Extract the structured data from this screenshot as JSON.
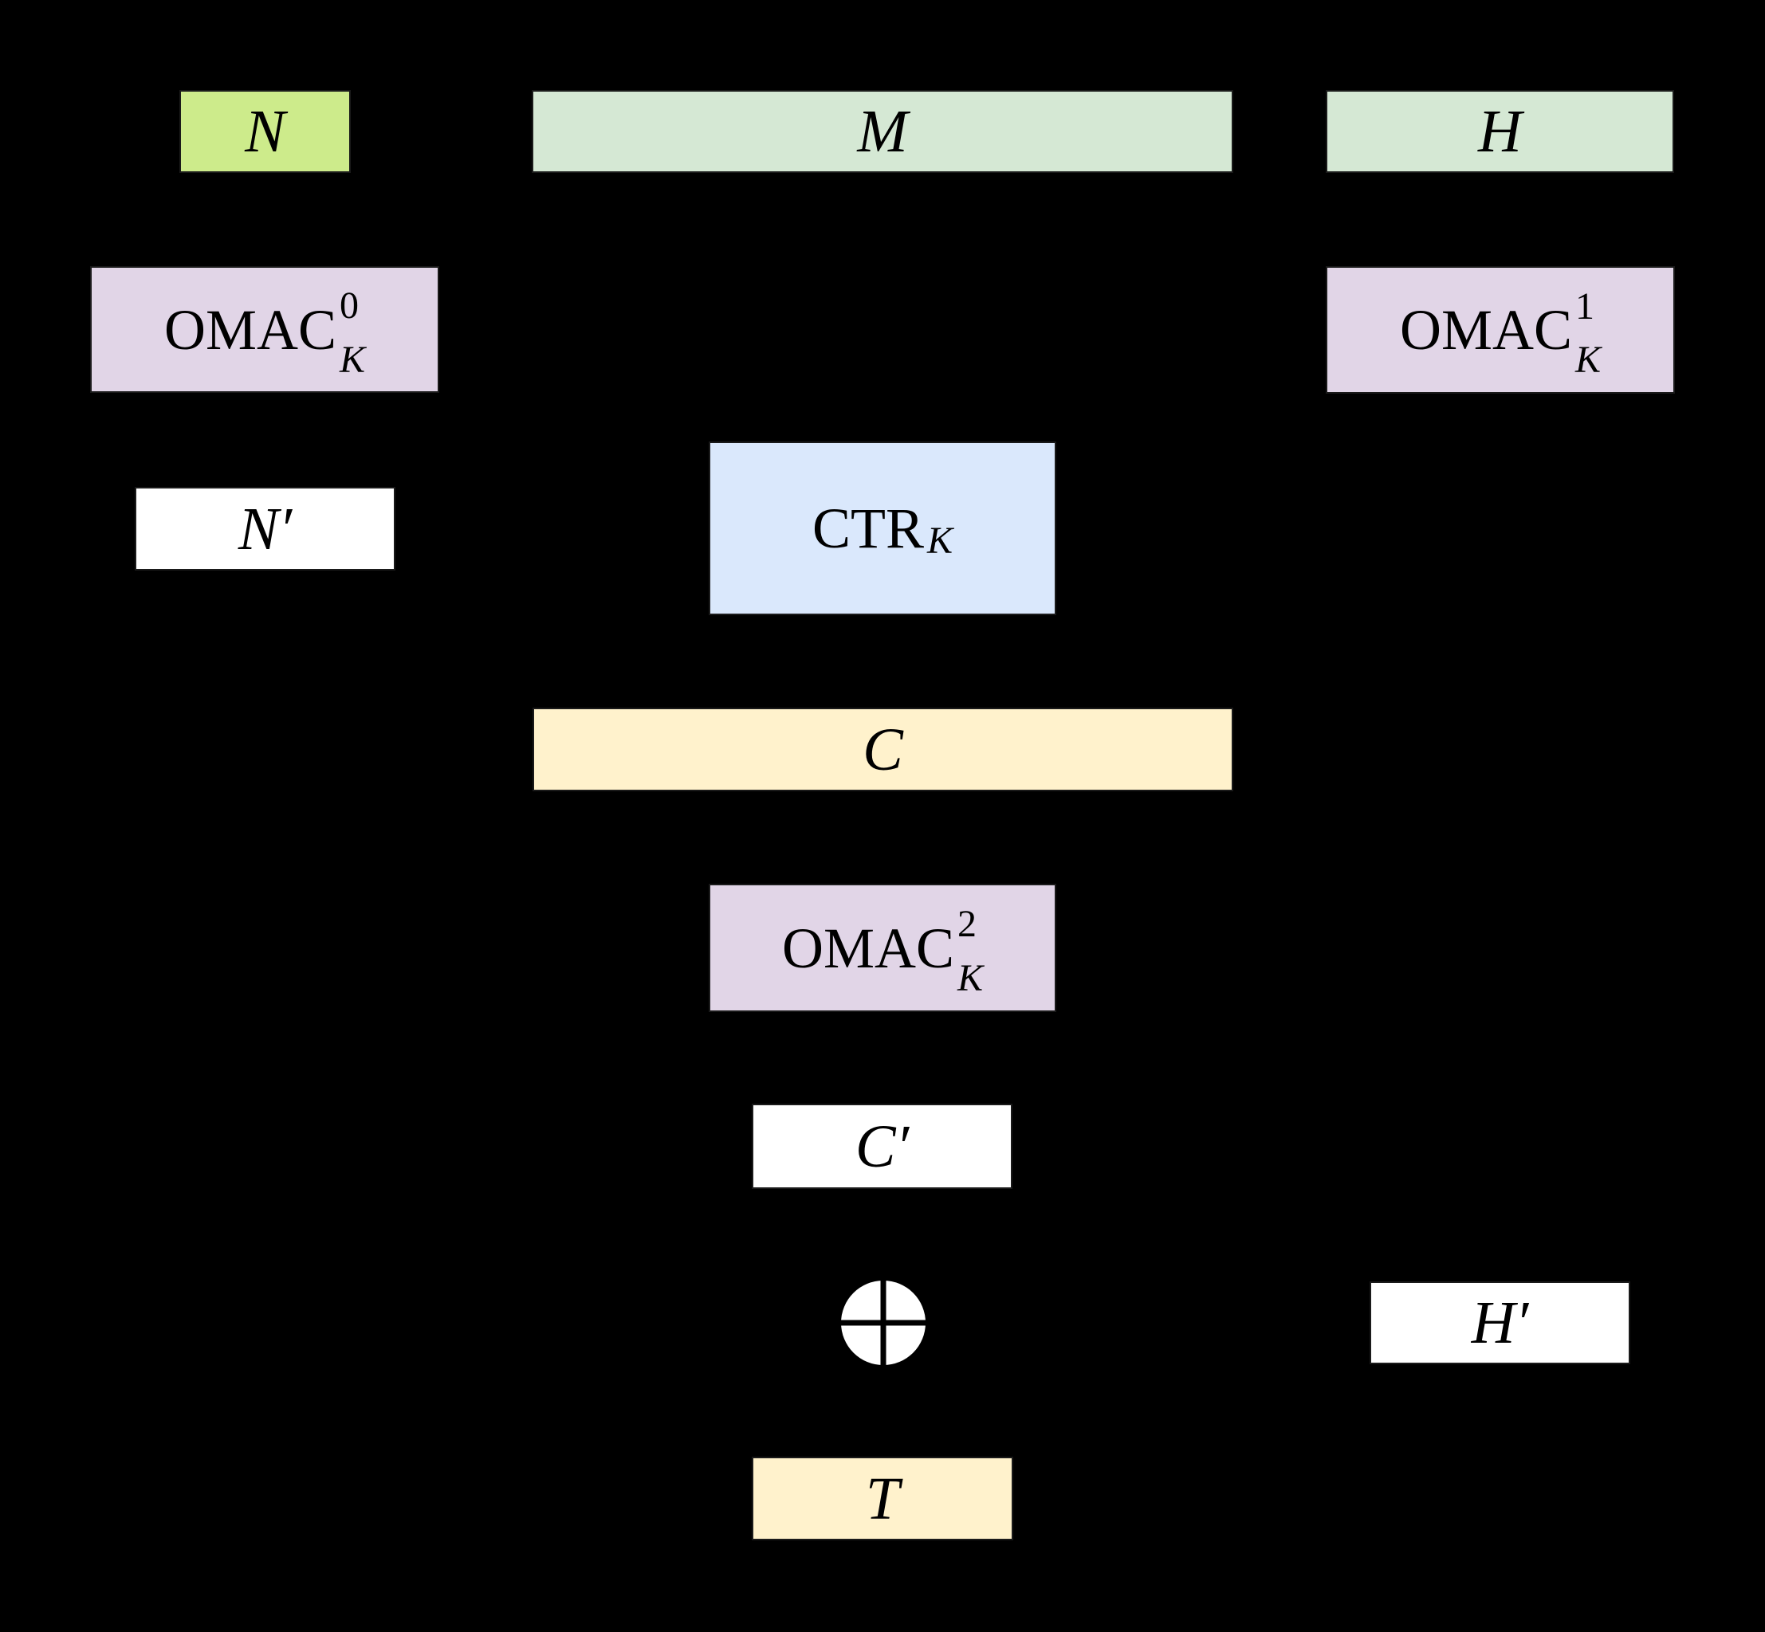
{
  "diagram": {
    "background": "#000000",
    "text_color": "#000000",
    "nodes": [
      {
        "id": "N",
        "label": "N",
        "fill": "#cdeb8b"
      },
      {
        "id": "M",
        "label": "M",
        "fill": "#d5e8d4"
      },
      {
        "id": "H",
        "label": "H",
        "fill": "#d5e8d4"
      },
      {
        "id": "OMAC0",
        "label": "OMAC",
        "sup": "0",
        "sub": "K",
        "fill": "#e1d5e7"
      },
      {
        "id": "OMAC1",
        "label": "OMAC",
        "sup": "1",
        "sub": "K",
        "fill": "#e1d5e7"
      },
      {
        "id": "N-prime",
        "label": "N′",
        "fill": "#ffffff"
      },
      {
        "id": "CTR",
        "label": "CTR",
        "sub": "K",
        "fill": "#dae8fc"
      },
      {
        "id": "C",
        "label": "C",
        "fill": "#fff2cc"
      },
      {
        "id": "OMAC2",
        "label": "OMAC",
        "sup": "2",
        "sub": "K",
        "fill": "#e1d5e7"
      },
      {
        "id": "C-prime",
        "label": "C′",
        "fill": "#ffffff"
      },
      {
        "id": "H-prime",
        "label": "H′",
        "fill": "#ffffff"
      },
      {
        "id": "T",
        "label": "T",
        "fill": "#fff2cc"
      }
    ],
    "xor": {
      "name": "xor-symbol",
      "fill": "#ffffff",
      "cross": "#000000"
    }
  }
}
